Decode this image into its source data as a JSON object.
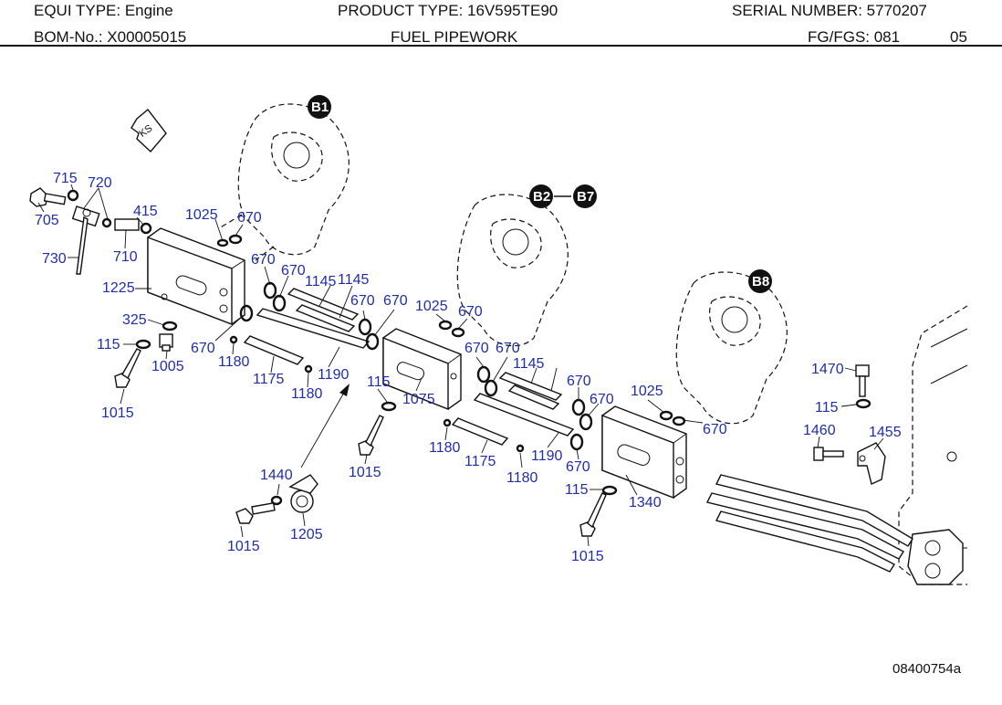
{
  "header": {
    "equi_type": "EQUI TYPE:  Engine",
    "product_type": "PRODUCT TYPE:  16V595TE90",
    "serial_number": "SERIAL NUMBER:  5770207",
    "bom_no": "BOM-No.:  X00005015",
    "title": "FUEL PIPEWORK",
    "fg_fgs": "FG/FGS:  081",
    "sheet": "05"
  },
  "diagram": {
    "drawing_number": "08400754a",
    "direction_marker": "KS",
    "badges": [
      "B1",
      "B2",
      "B7",
      "B8"
    ],
    "part_labels": [
      "715",
      "720",
      "705",
      "415",
      "710",
      "730",
      "1025",
      "670",
      "670",
      "670",
      "1145",
      "1145",
      "1225",
      "325",
      "115",
      "1005",
      "670",
      "1180",
      "1175",
      "1190",
      "1180",
      "1015",
      "670",
      "670",
      "1025",
      "670",
      "670",
      "670",
      "1145",
      "115",
      "1075",
      "670",
      "670",
      "1180",
      "1175",
      "1190",
      "1180",
      "1015",
      "1025",
      "670",
      "1440",
      "1205",
      "1015",
      "115",
      "1340",
      "1015",
      "1470",
      "115",
      "1460",
      "1455",
      "670"
    ]
  }
}
